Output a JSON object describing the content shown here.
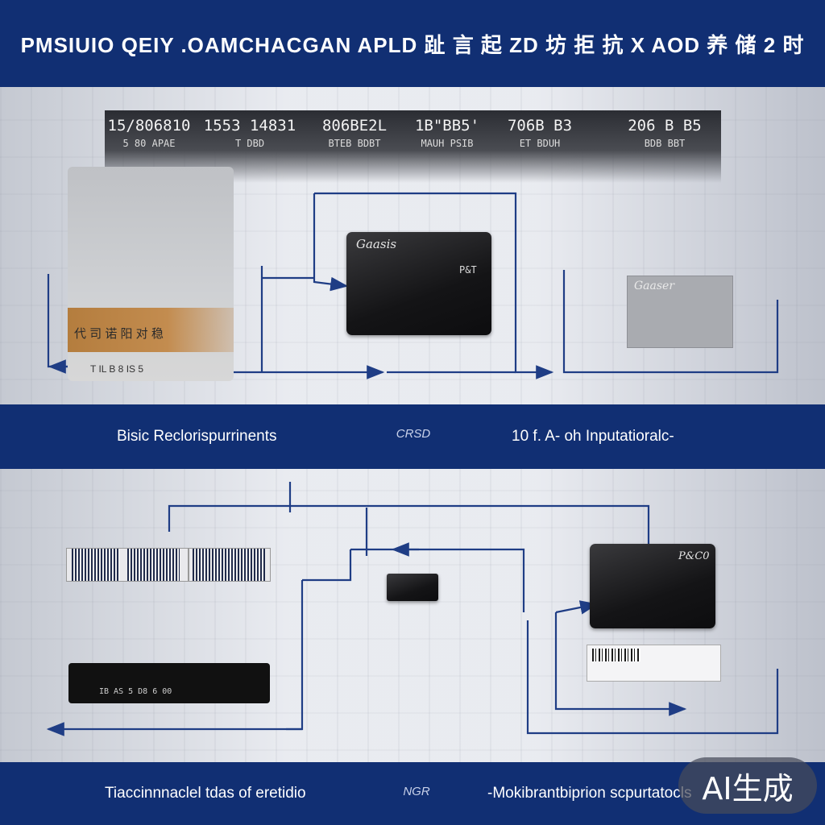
{
  "header": {
    "title": "PMSIUIO QEIY .OAMCHACGAN APLD 趾 言 起 ZD 坊 拒 抗 X AOD 养 储 2 时"
  },
  "data_strip": [
    {
      "num": "15/806810",
      "sub": "5 80 APAE"
    },
    {
      "num": "1553 14831",
      "sub": "T DBD"
    },
    {
      "num": "806BE2L",
      "sub": "BTEB BDBT"
    },
    {
      "num": "1B\"BB5'",
      "sub": "MAUH   PSIB"
    },
    {
      "num": "706B B3",
      "sub": "ET BDUH"
    },
    {
      "num": "206 B B5",
      "sub": "BDB  BBT"
    }
  ],
  "document": {
    "label": "代 司 诺 阳 对 稳",
    "sub": "T IL B 8 IS 5"
  },
  "card_top": {
    "brand": "Gaasis",
    "code": "P&T"
  },
  "grey_card": {
    "brand": "Gaaser"
  },
  "card_bottom": {
    "brand": "P&C0"
  },
  "dark_bar": {
    "text": "IB AS 5 D8 6 00"
  },
  "mid_band": {
    "left_caption": "Bisic Reclorispurrinents",
    "emblem": "CRSD",
    "right_caption": "10 f. A- oh Inputatioralc-"
  },
  "bottom_band": {
    "left_caption": "Tiaccinnnaclel tdas of eretidio",
    "emblem": "NGR",
    "right_caption": "-Mokibrantbiprion scpurtatocls"
  },
  "badge": {
    "label": "AI生成"
  },
  "colors": {
    "band": "#112f73",
    "arrow": "#1f3d85",
    "stripe": "#b47d3e"
  }
}
